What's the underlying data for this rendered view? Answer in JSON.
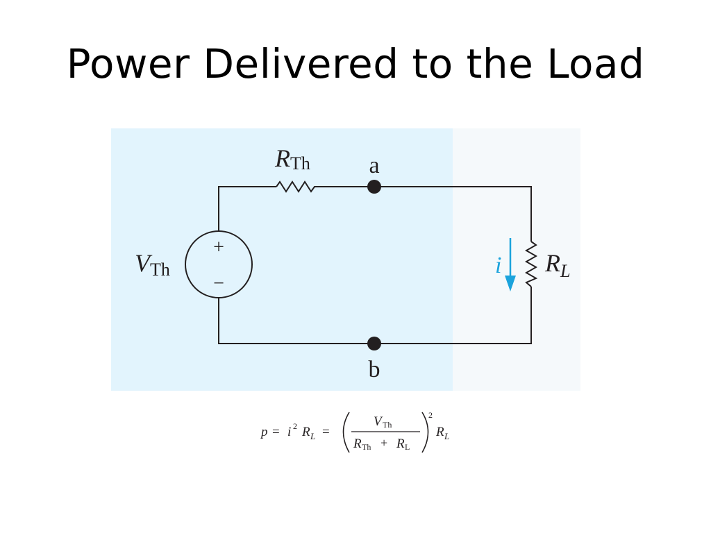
{
  "slide": {
    "title": "Power Delivered to the Load"
  },
  "colors": {
    "shaded_region": "#e2f4fd",
    "wire": "#231f20",
    "current_arrow": "#1ba3dc"
  },
  "circuit": {
    "source": {
      "symbol": "V",
      "subscript": "Th",
      "plus": "+",
      "minus": "−"
    },
    "series_resistor": {
      "symbol": "R",
      "subscript": "Th"
    },
    "node_top": "a",
    "node_bottom": "b",
    "load": {
      "symbol": "R",
      "subscript": "L"
    },
    "current_label": "i"
  },
  "formula": {
    "lhs": "p",
    "equals": "=",
    "i": "i",
    "power": "2",
    "R": "R",
    "L": "L",
    "num_V": "V",
    "num_sub": "Th",
    "den_R1": "R",
    "den_sub1": "Th",
    "plus": "+",
    "den_R2": "R",
    "den_sub2": "L",
    "outer_power": "2"
  }
}
